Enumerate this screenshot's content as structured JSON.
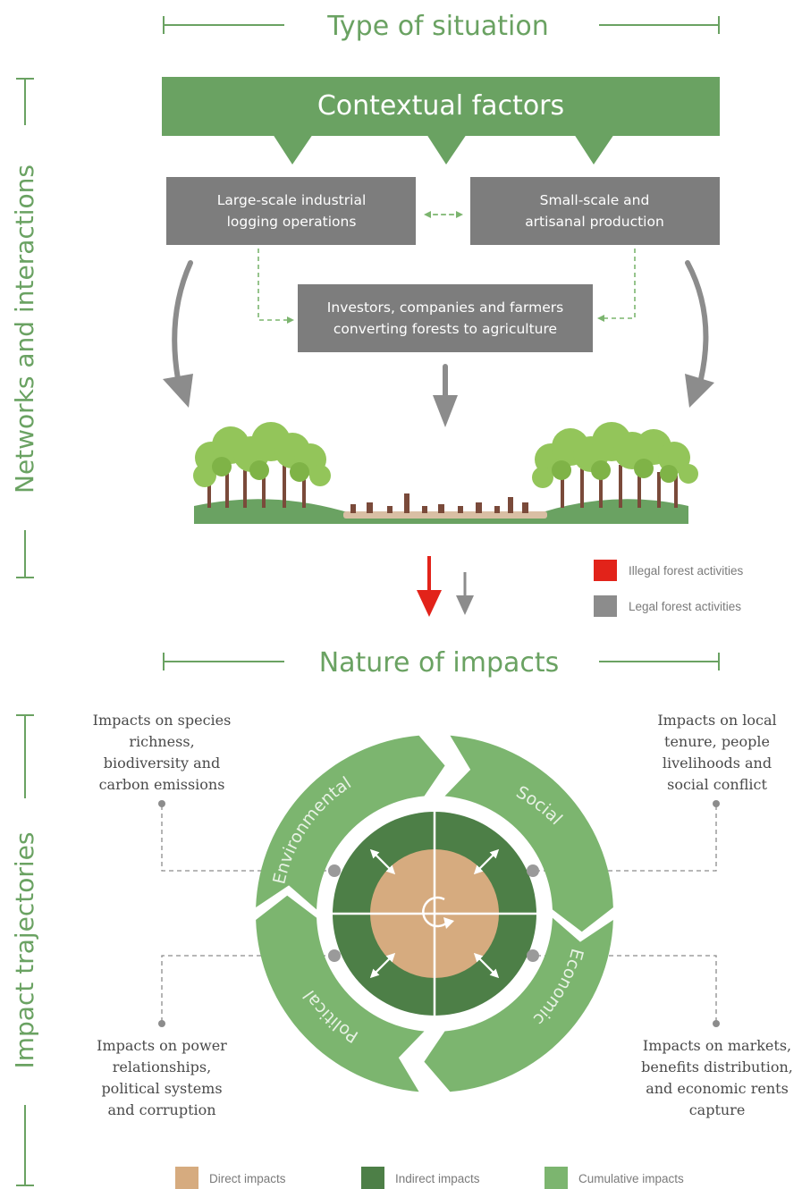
{
  "headers": {
    "type_of_situation": "Type of situation",
    "nature_of_impacts": "Nature of impacts",
    "networks_and_interactions": "Networks and interactions",
    "impact_trajectories": "Impact trajectories"
  },
  "contextual_factors": "Contextual factors",
  "boxes": {
    "large_scale": [
      "Large-scale industrial",
      "logging operations"
    ],
    "small_scale": [
      "Small-scale and",
      "artisanal production"
    ],
    "investors": [
      "Investors, companies and farmers",
      "converting forests to agriculture"
    ]
  },
  "activity_legend": {
    "illegal": "Illegal forest activities",
    "legal": "Legal forest activities"
  },
  "ring_segments": [
    "Environmental",
    "Social",
    "Economic",
    "Political"
  ],
  "impacts": {
    "environmental": [
      "Impacts on species",
      "richness,",
      "biodiversity and",
      "carbon emissions"
    ],
    "social": [
      "Impacts on local",
      "tenure, people",
      "livelihoods and",
      "social conflict"
    ],
    "political": [
      "Impacts on power",
      "relationships,",
      "political systems",
      "and corruption"
    ],
    "economic": [
      "Impacts on markets,",
      "benefits distribution,",
      "and economic rents",
      "capture"
    ]
  },
  "impact_legend": {
    "direct": "Direct impacts",
    "indirect": "Indirect impacts",
    "cumulative": "Cumulative impacts"
  },
  "colors": {
    "green": "#6aa262",
    "light_green": "#7cb56f",
    "dark_green": "#4d7f47",
    "grey_box": "#7d7d7d",
    "tan": "#d6ab7f",
    "illegal_red": "#e2231a",
    "legal_grey": "#8c8c8c"
  }
}
